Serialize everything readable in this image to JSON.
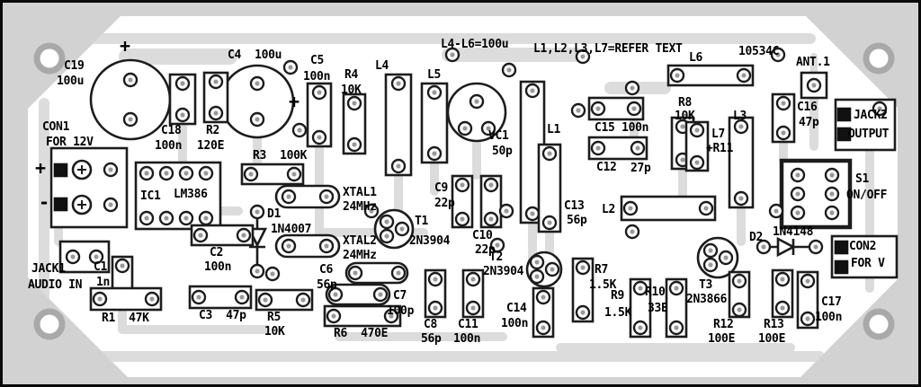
{
  "board": {
    "code": "10534C",
    "notes": {
      "inductors": "L4-L6=100u",
      "refer": "L1,L2,L3,L7=REFER TEXT"
    },
    "colors": {
      "background": "#d2d2d2",
      "board": "#ffffff",
      "trace": "#dcdcdc",
      "silkscreen": "#1c1c1c"
    }
  },
  "components": {
    "c19_ref": "C19",
    "c19_val": "100u",
    "c19_plus": "+",
    "c4": "C4  100u",
    "c4_plus": "+",
    "c18_ref": "C18",
    "c18_val": "100n",
    "r2_ref": "R2",
    "r2_val": "120E",
    "c5_ref": "C5",
    "c5_val": "100n",
    "r4_ref": "R4",
    "r4_val": "10K",
    "l4": "L4",
    "l5": "L5",
    "l6": "L6",
    "ant": "ANT.1",
    "con1_ref": "CON1",
    "con1_val": "FOR 12V",
    "plus": "+",
    "minus": "-",
    "ic1_ref": "IC1",
    "ic1_val": "LM386",
    "r3": "R3  100K",
    "xtal1_ref": "XTAL1",
    "xtal1_val": "24MHz",
    "d1_ref": "D1",
    "d1_val": "1N4007",
    "xtal2_ref": "XTAL2",
    "xtal2_val": "24MHz",
    "t1_ref": "T1",
    "t1_val": "2N3904",
    "vc1_ref": "VC1",
    "vc1_val": "50p",
    "l1": "L1",
    "c15": "C15 100n",
    "r8_ref": "R8",
    "r8_val": "10K",
    "c16_ref": "C16",
    "c16_val": "47p",
    "jack2_ref": "JACK2",
    "jack2_val": "OUTPUT",
    "c12_ref": "C12",
    "c12_val": "27p",
    "l7_ref": "L7",
    "l7_val": "+R11",
    "l3": "L3",
    "s1_ref": "S1",
    "s1_val": "ON/OFF",
    "c13_ref": "C13",
    "c13_val": "56p",
    "l2": "L2",
    "c9_ref": "C9",
    "c9_val": "22p",
    "c10_ref": "C10",
    "c10_val": "22p",
    "c2_ref": "C2",
    "c2_val": "100n",
    "c1_ref": "C1",
    "c1_val": "1n",
    "jack1_ref": "JACK1",
    "jack1_val": "AUDIO IN",
    "r1": "R1  47K",
    "c3": "C3  47p",
    "r5_ref": "R5",
    "r5_val": "10K",
    "c6_ref": "C6",
    "c6_val": "56p",
    "c7_ref": "C7",
    "c7_val": "100p",
    "r6": "R6  470E",
    "c8_ref": "C8",
    "c8_val": "56p",
    "c11_ref": "C11",
    "c11_val": "100n",
    "t2_ref": "T2",
    "t2_val": "2N3904",
    "c14_ref": "C14",
    "c14_val": "100n",
    "r7_ref": "R7",
    "r7_val": "1.5K",
    "r9_ref": "R9",
    "r9_val": "1.5K",
    "r10_ref": "R10",
    "r10_val": "33E",
    "t3_ref": "T3",
    "t3_val": "2N3866",
    "d2_ref": "D2",
    "d2_val": "1N4148",
    "con2_ref": "CON2",
    "con2_val": "FOR V",
    "r12_ref": "R12",
    "r12_val": "100E",
    "r13_ref": "R13",
    "r13_val": "100E",
    "c17_ref": "C17",
    "c17_val": "100n"
  }
}
